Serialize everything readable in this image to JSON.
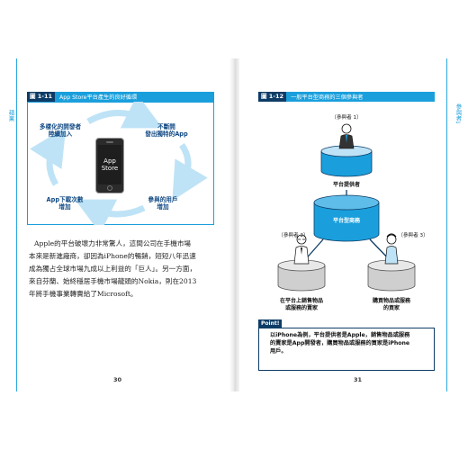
{
  "left_page": {
    "side_tab": "蘋果",
    "figure": {
      "number": "圖 1-11",
      "title": "App Store平台產生的良好循環",
      "labels": {
        "top_left": [
          "多樣化的開發者",
          "陸續加入"
        ],
        "top_right": [
          "不斷開",
          "發出獨特的App"
        ],
        "bottom_right": [
          "參與的用戶",
          "增加"
        ],
        "bottom_left": [
          "App下載次數",
          "增加"
        ]
      },
      "phone_text": [
        "App",
        "Store"
      ]
    },
    "body": [
      "Apple的平台破壞力非常驚人，這間公司在手機市場",
      "本來是新進廠商，卻因為iPhone的暢銷，短短八年迅速",
      "成為獨占全球市場九成以上利益的「巨人」。另一方面，",
      "來自芬蘭、始終穩居手機市場龍頭的Nokia，則在2013",
      "年將手機事業轉賣給了Microsoft。"
    ],
    "page_number": "30"
  },
  "right_page": {
    "side_tab": "參與者」",
    "figure": {
      "number": "圖 1-12",
      "title": "一般平台型商務的三個參與者",
      "participant_1": "〔參與者 1〕",
      "participant_2": "〔參與者 2〕",
      "participant_3": "〔參與者 3〕",
      "platform_provider": "平台提供者",
      "platform_business": "平台型商務",
      "seller": [
        "在平台上銷售物品",
        "或服務的賣家"
      ],
      "buyer": [
        "購買物品或服務",
        "的買家"
      ],
      "point_label": "Point!",
      "point_text": [
        "以iPhone為例，平台提供者是Apple，銷售物品或服務",
        "的賣家是App開發者，購買物品或服務的買家是iPhone",
        "用戶。"
      ]
    },
    "page_number": "31"
  }
}
